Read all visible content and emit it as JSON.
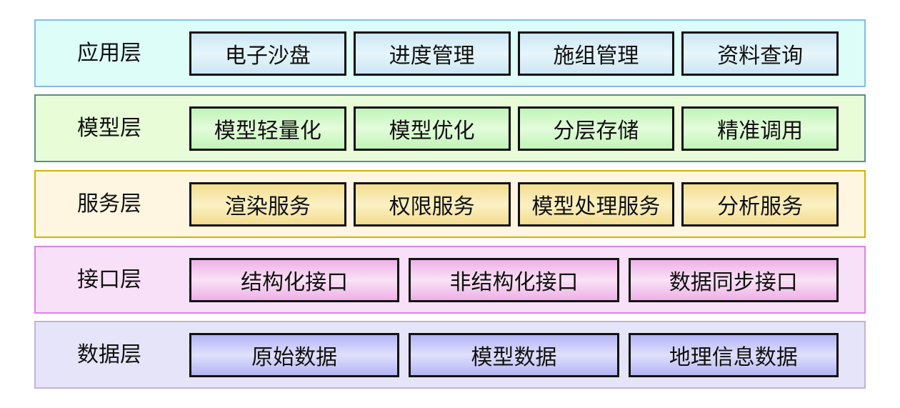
{
  "layers": [
    {
      "label": "应用层",
      "items": [
        "电子沙盘",
        "进度管理",
        "施组管理",
        "资料查询"
      ]
    },
    {
      "label": "模型层",
      "items": [
        "模型轻量化",
        "模型优化",
        "分层存储",
        "精准调用"
      ]
    },
    {
      "label": "服务层",
      "items": [
        "渲染服务",
        "权限服务",
        "模型处理服务",
        "分析服务"
      ]
    },
    {
      "label": "接口层",
      "items": [
        "结构化接口",
        "非结构化接口",
        "数据同步接口"
      ]
    },
    {
      "label": "数据层",
      "items": [
        "原始数据",
        "模型数据",
        "地理信息数据"
      ]
    }
  ]
}
